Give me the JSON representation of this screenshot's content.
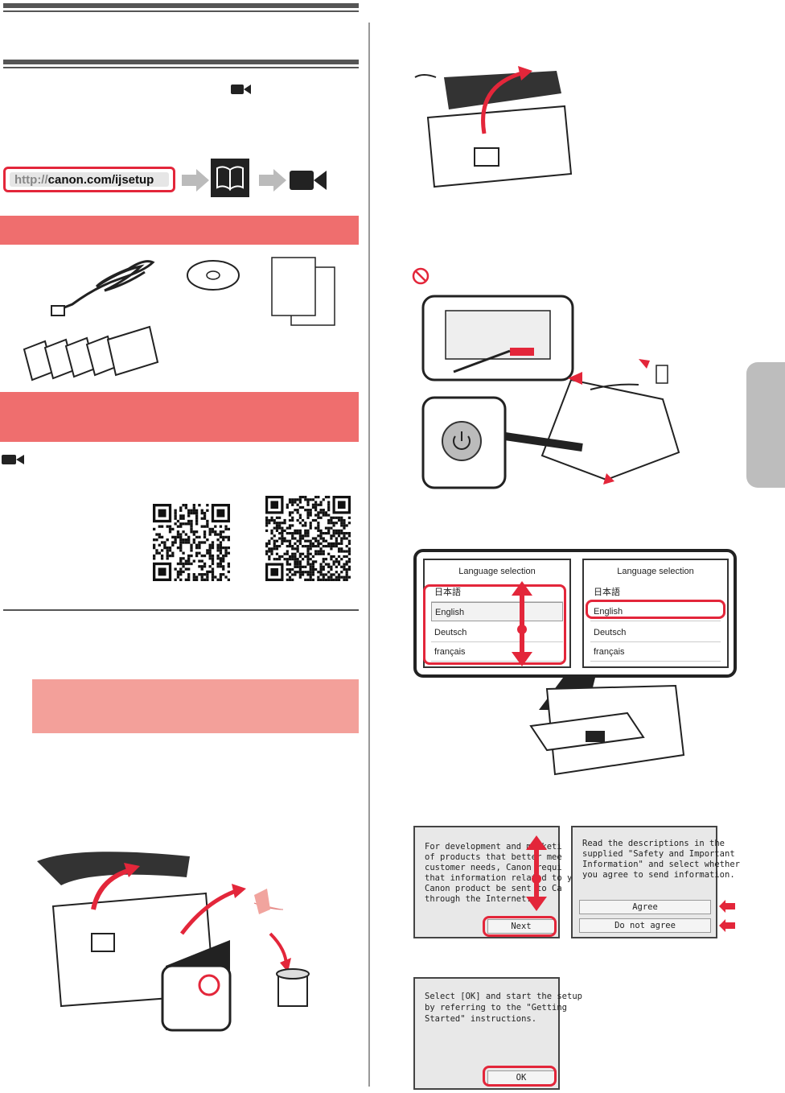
{
  "url": {
    "prefix": "http://",
    "domain": "canon.com/ijsetup"
  },
  "language_screens": {
    "title": "Language selection",
    "items": [
      "日本語",
      "English",
      "Deutsch",
      "français"
    ]
  },
  "info_screen": {
    "lines": [
      "For development and marketi",
      "of products that better mee",
      "customer needs, Canon requi",
      "that information related to y",
      "Canon product be sent to Ca",
      "through the Internet."
    ],
    "next_label": "Next"
  },
  "consent_screen": {
    "lines": [
      "Read the descriptions in the",
      "supplied \"Safety and Important",
      "Information\" and select whether",
      "you agree to send information."
    ],
    "agree_label": "Agree",
    "disagree_label": "Do not agree"
  },
  "ok_screen": {
    "lines": [
      "Select [OK] and start the setup",
      "by referring to the \"Getting",
      "Started\" instructions."
    ],
    "ok_label": "OK"
  },
  "icons": [
    "video-icon",
    "manual-book-icon",
    "prohibited-icon",
    "power-icon",
    "trash-icon"
  ]
}
